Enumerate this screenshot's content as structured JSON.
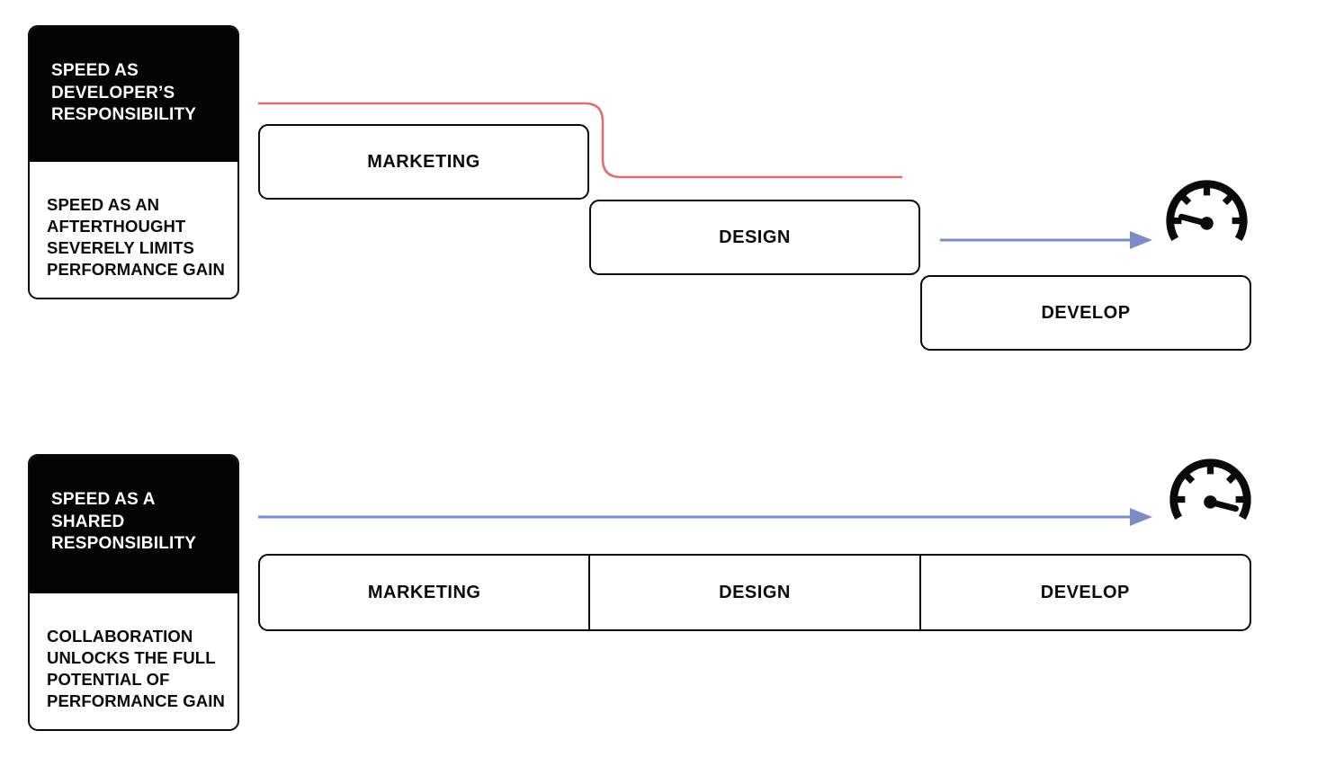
{
  "colors": {
    "ink": "#0a0a0a",
    "timeline_red": "#df6d6d",
    "arrow_blue": "#7b8cc4"
  },
  "diagram": {
    "top": {
      "card": {
        "title": "SPEED AS\nDEVELOPER’S\nRESPONSIBILITY",
        "description": "SPEED AS AN\nAFTERTHOUGHT\nSEVERELY LIMITS\nPERFORMANCE GAIN"
      },
      "stages": [
        "MARKETING",
        "DESIGN",
        "DEVELOP"
      ],
      "gauge": "low"
    },
    "bottom": {
      "card": {
        "title": "SPEED AS A\nSHARED\nRESPONSIBILITY",
        "description": "COLLABORATION\nUNLOCKS THE FULL\nPOTENTIAL OF\nPERFORMANCE GAIN"
      },
      "stages": [
        "MARKETING",
        "DESIGN",
        "DEVELOP"
      ],
      "gauge": "high"
    }
  }
}
